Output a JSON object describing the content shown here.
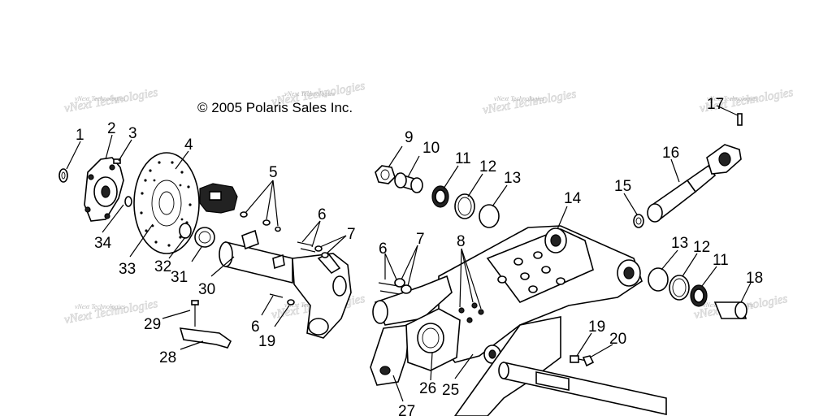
{
  "copyright": "© 2005 Polaris Sales Inc.",
  "watermark": {
    "small": "vNext Technologies",
    "large": "vNext Technologies"
  },
  "callouts": {
    "c1": "1",
    "c2": "2",
    "c3": "3",
    "c4": "4",
    "c5": "5",
    "c6a": "6",
    "c6b": "6",
    "c6c": "6",
    "c7a": "7",
    "c7b": "7",
    "c8": "8",
    "c9": "9",
    "c10": "10",
    "c11a": "11",
    "c11b": "11",
    "c12a": "12",
    "c12b": "12",
    "c13a": "13",
    "c13b": "13",
    "c14": "14",
    "c15": "15",
    "c16": "16",
    "c17": "17",
    "c18": "18",
    "c19a": "19",
    "c19b": "19",
    "c20": "20",
    "c25": "25",
    "c26": "26",
    "c27": "27",
    "c28": "28",
    "c29": "29",
    "c30": "30",
    "c31": "31",
    "c32": "32",
    "c33": "33",
    "c34": "34"
  }
}
